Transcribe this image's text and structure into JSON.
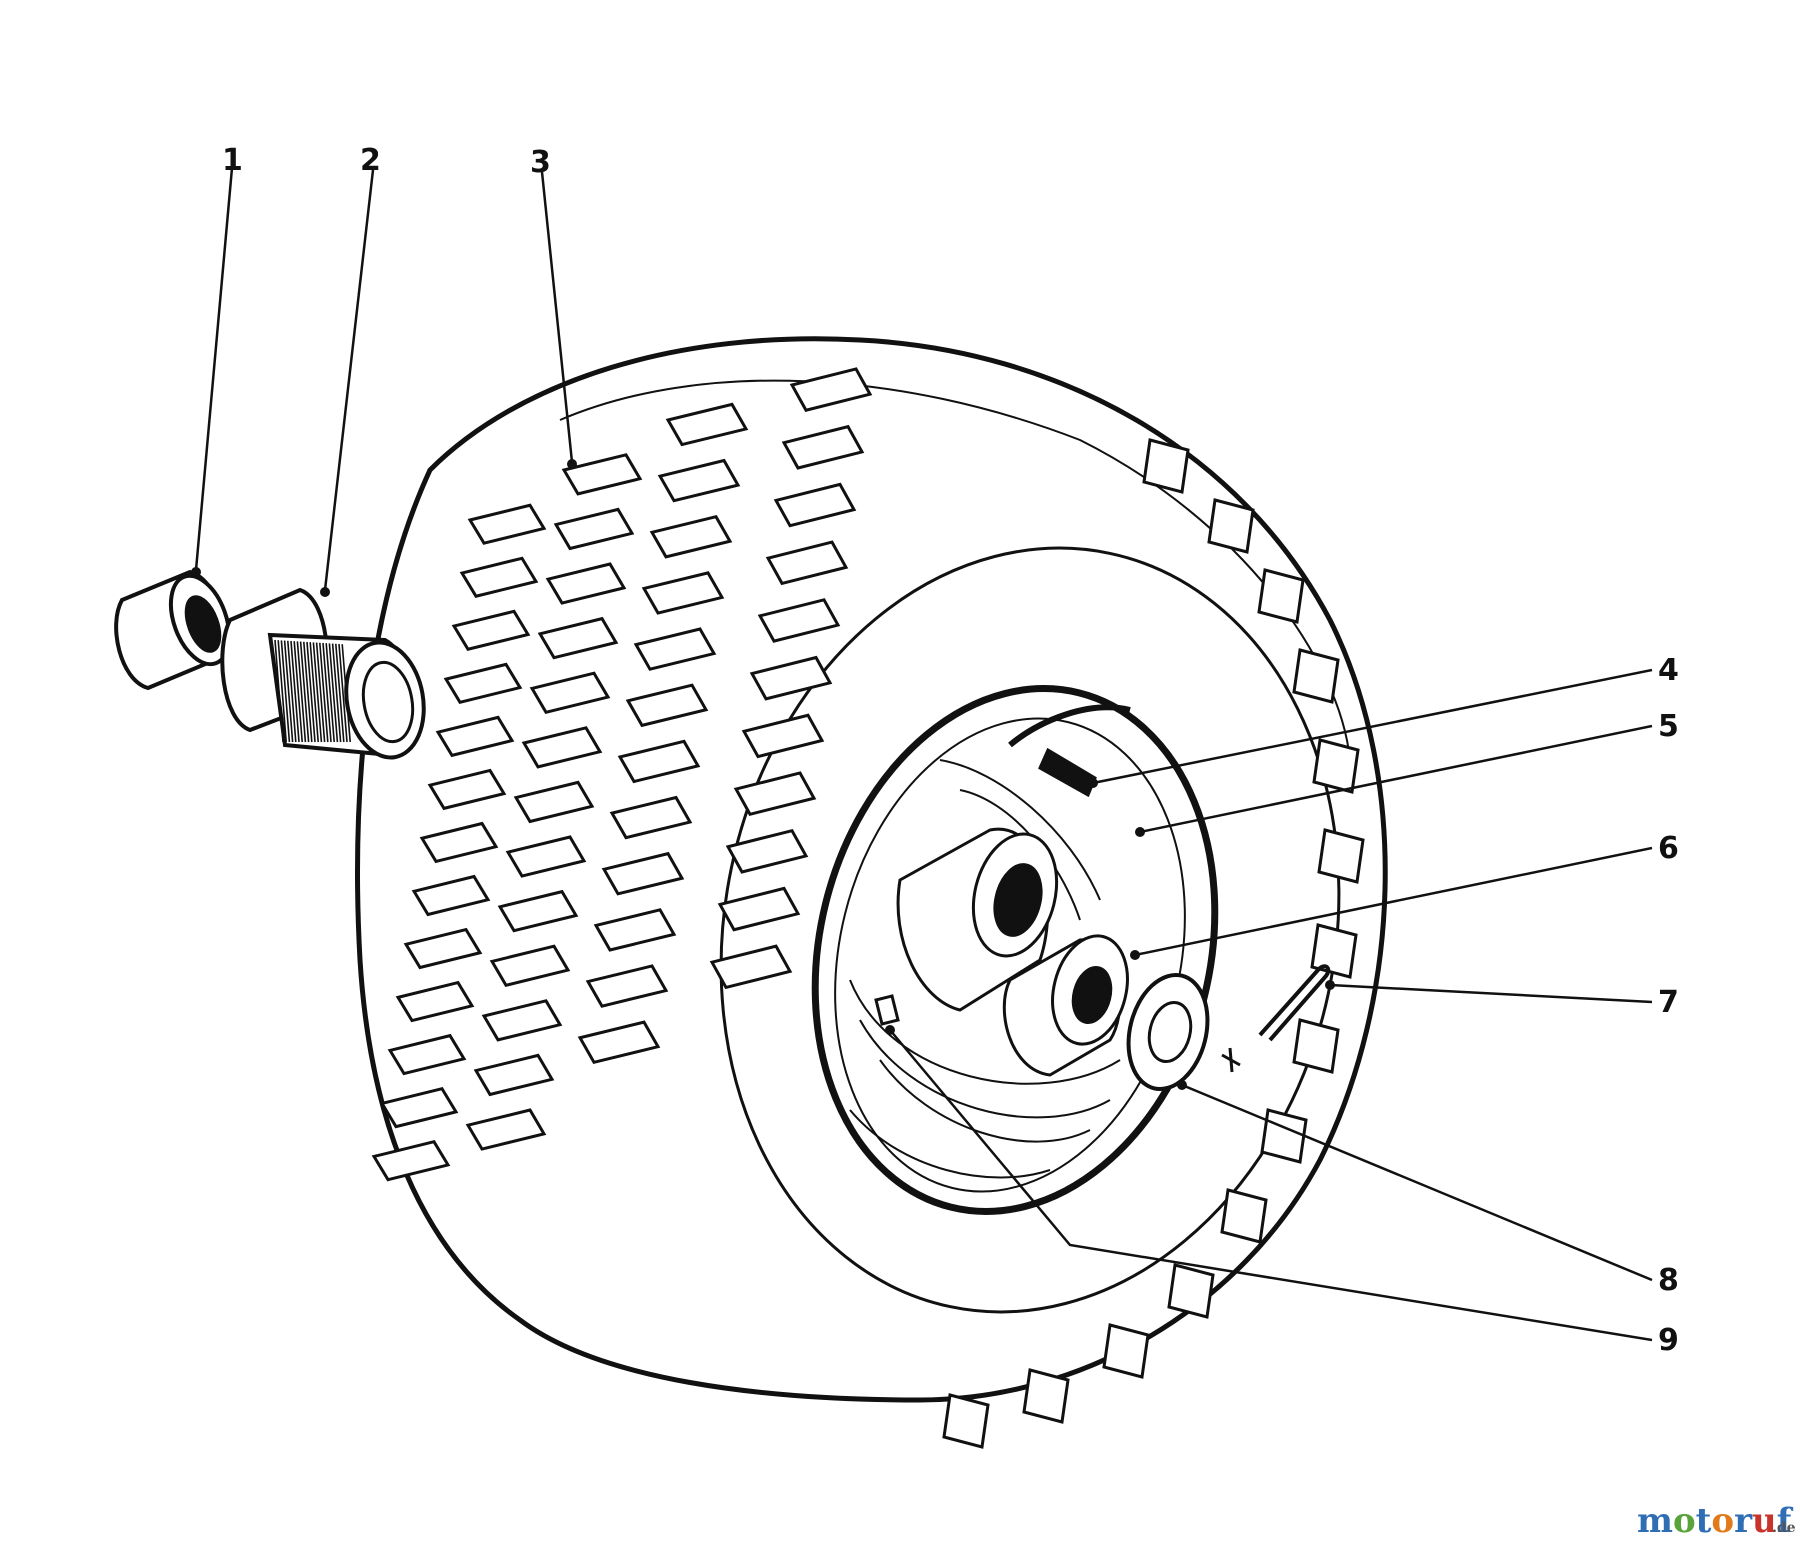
{
  "callouts": [
    {
      "id": "1",
      "label": "1"
    },
    {
      "id": "2",
      "label": "2"
    },
    {
      "id": "3",
      "label": "3"
    },
    {
      "id": "4",
      "label": "4"
    },
    {
      "id": "5",
      "label": "5"
    },
    {
      "id": "6",
      "label": "6"
    },
    {
      "id": "7",
      "label": "7"
    },
    {
      "id": "8",
      "label": "8"
    },
    {
      "id": "9",
      "label": "9"
    }
  ],
  "watermark": {
    "text_m": "m",
    "text_o1": "o",
    "text_t": "t",
    "text_o2": "o",
    "text_r": "r",
    "text_u": "u",
    "text_f": "f",
    "suffix": ".de"
  },
  "colors": {
    "ink": "#111111",
    "watermark_blue": "#2f6db5",
    "watermark_green": "#58a33a",
    "watermark_orange": "#e07a1b",
    "watermark_red": "#c8342a"
  }
}
